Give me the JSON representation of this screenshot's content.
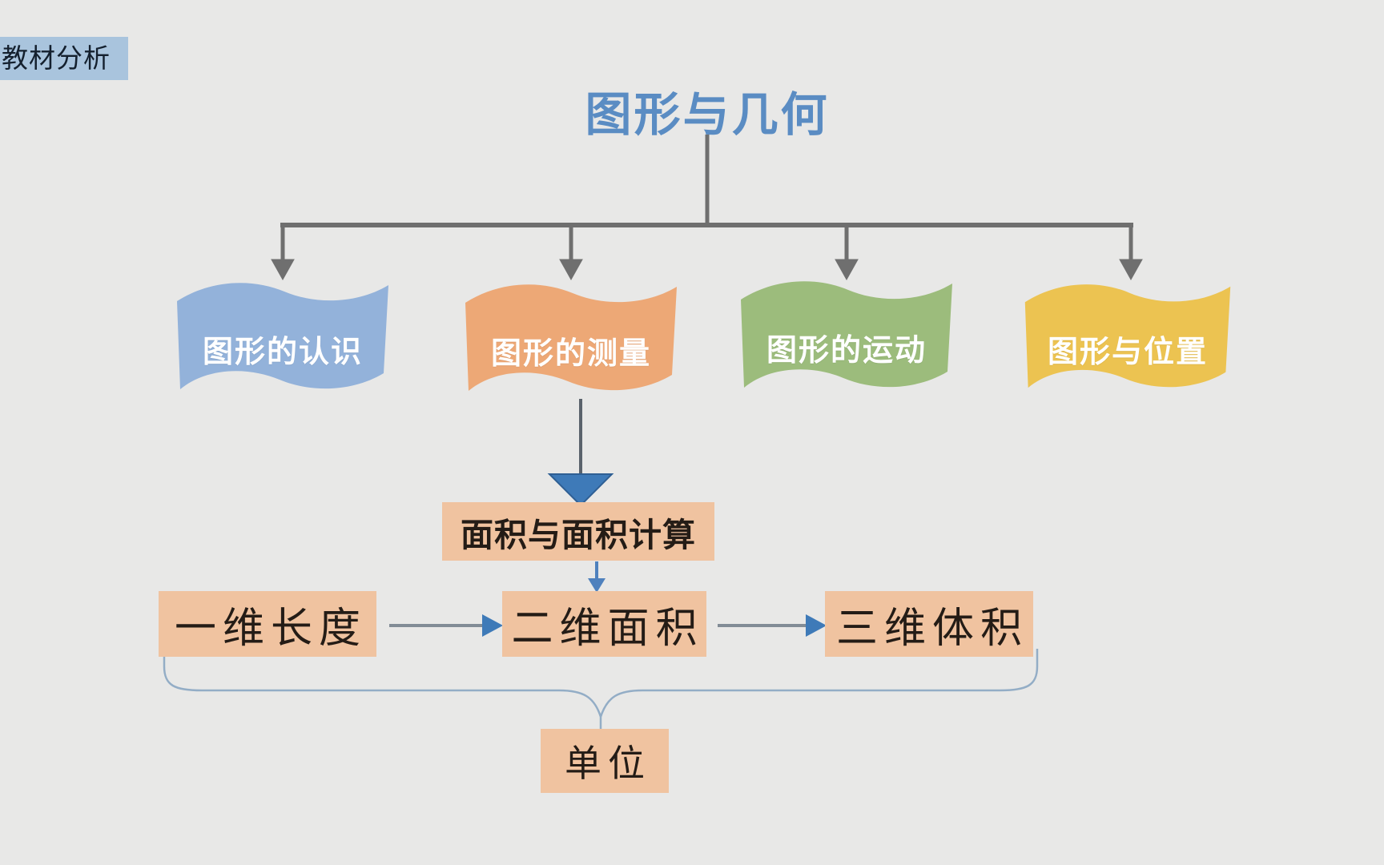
{
  "corner_label": {
    "text": "教材分析"
  },
  "title": {
    "text": "图形与几何"
  },
  "flags": [
    {
      "label": "图形的认识",
      "color": "#93b2da"
    },
    {
      "label": "图形的测量",
      "color": "#eda876"
    },
    {
      "label": "图形的运动",
      "color": "#9cbc7c"
    },
    {
      "label": "图形与位置",
      "color": "#ecc351"
    }
  ],
  "boxes": {
    "area_calc": "面积与面积计算",
    "dim1": "一维长度",
    "dim2": "二维面积",
    "dim3": "三维体积",
    "unit": "单位"
  },
  "colors": {
    "background": "#e8e8e7",
    "title_blue": "#5a8cc3",
    "tree_gray": "#6f6f6f",
    "arrow_line_gray": "#5a626c",
    "h_arrow_gray": "#828c96",
    "arrow_blue_fill": "#3e7ab8",
    "arrow_blue_edge": "#2f5f94",
    "small_arrow_blue": "#4f81bd",
    "bracket_blue": "#93adc6",
    "box_peach": "#f0c3a0",
    "corner_label_bg": "#a9c4dd"
  },
  "diagram": {
    "root": "图形与几何",
    "branches": [
      "图形的认识",
      "图形的测量",
      "图形的运动",
      "图形与位置"
    ],
    "flow_from_branch_2": [
      "面积与面积计算",
      "二维面积"
    ],
    "dimension_row": [
      "一维长度",
      "二维面积",
      "三维体积"
    ],
    "grouped_into": "单位"
  }
}
